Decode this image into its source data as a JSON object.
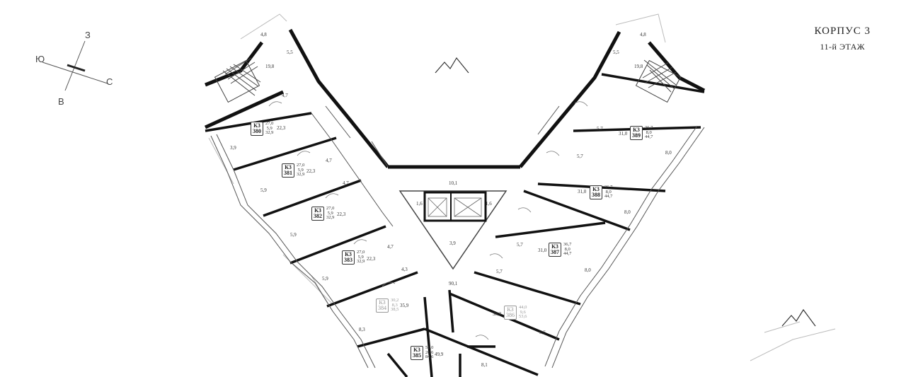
{
  "header": {
    "building": "КОРПУС 3",
    "floor": "11-й ЭТАЖ"
  },
  "compass": {
    "north": "З",
    "south": "В",
    "east": "С",
    "west": "Ю"
  },
  "apartments": [
    {
      "block": "К3",
      "number": "380",
      "areas": [
        "27,0",
        "5,9",
        "32,9"
      ]
    },
    {
      "block": "К3",
      "number": "381",
      "areas": [
        "27,0",
        "5,9",
        "32,9"
      ]
    },
    {
      "block": "К3",
      "number": "382",
      "areas": [
        "27,0",
        "5,9",
        "32,9"
      ]
    },
    {
      "block": "К3",
      "number": "383",
      "areas": [
        "27,0",
        "5,9",
        "32,9"
      ]
    },
    {
      "block": "К3",
      "number": "384",
      "areas": [
        "30,2",
        "8,3",
        "38,5"
      ]
    },
    {
      "block": "К3",
      "number": "385",
      "areas": [
        "58,0",
        "26,6",
        "84,6"
      ]
    },
    {
      "block": "К3",
      "number": "386",
      "areas": [
        "44,0",
        "9,6",
        "53,6"
      ]
    },
    {
      "block": "К3",
      "number": "387",
      "areas": [
        "36,7",
        "8,0",
        "44,7"
      ]
    },
    {
      "block": "К3",
      "number": "388",
      "areas": [
        "36,7",
        "8,0",
        "44,7"
      ]
    },
    {
      "block": "К3",
      "number": "389",
      "areas": [
        "36,7",
        "8,0",
        "44,7"
      ]
    }
  ],
  "rooms": [
    "4,8",
    "5,5",
    "19,8",
    "4,7",
    "22,3",
    "3,9",
    "22,3",
    "4,7",
    "5,9",
    "4,7",
    "22,3",
    "5,9",
    "22,3",
    "4,7",
    "4,3",
    "5,9",
    "35,9",
    "8,3",
    "49,9",
    "10,1",
    "1,6",
    "1,6",
    "3,9",
    "90,1",
    "4,8",
    "5,5",
    "19,8",
    "5,7",
    "31,0",
    "8,0",
    "5,7",
    "31,0",
    "8,0",
    "5,7",
    "31,0",
    "5,7",
    "8,0",
    "38,3",
    "9,6",
    "8,1"
  ]
}
